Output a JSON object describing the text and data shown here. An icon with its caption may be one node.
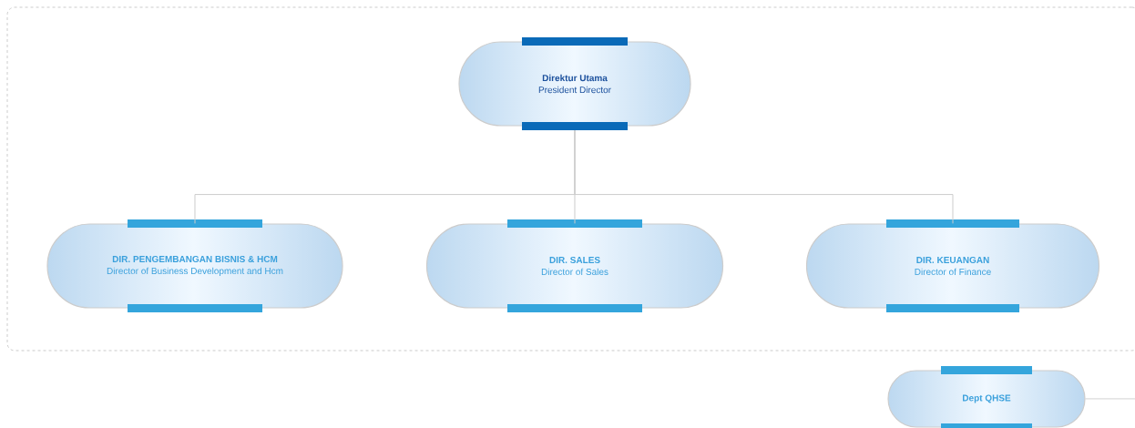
{
  "diagram": {
    "nodes": [
      {
        "text": [],
        "shape": "box"
      },
      {
        "text": [
          "Direktur Utama",
          "President Director"
        ],
        "in": 0
      },
      {
        "text": [
          "DIR. PENGEMBANGAN BISNIS & HCM",
          "Director of Business Development and Hcm"
        ],
        "in": 0
      },
      {
        "text": [
          "DIR. SALES",
          "Director of Sales"
        ],
        "in": 0
      },
      {
        "text": [
          "DIR. KEUANGAN",
          "Director of Finance"
        ],
        "in": 0
      },
      {
        "text": [
          "Dept QHSE"
        ]
      }
    ],
    "edges": [
      {
        "from": 1,
        "to": 2,
        "arrow": "none"
      },
      {
        "from": 1,
        "to": 3,
        "arrow": "none"
      },
      {
        "from": 1,
        "to": 4,
        "arrow": "none"
      },
      {
        "from": 5,
        "to": null,
        "arrow": "none"
      }
    ]
  }
}
